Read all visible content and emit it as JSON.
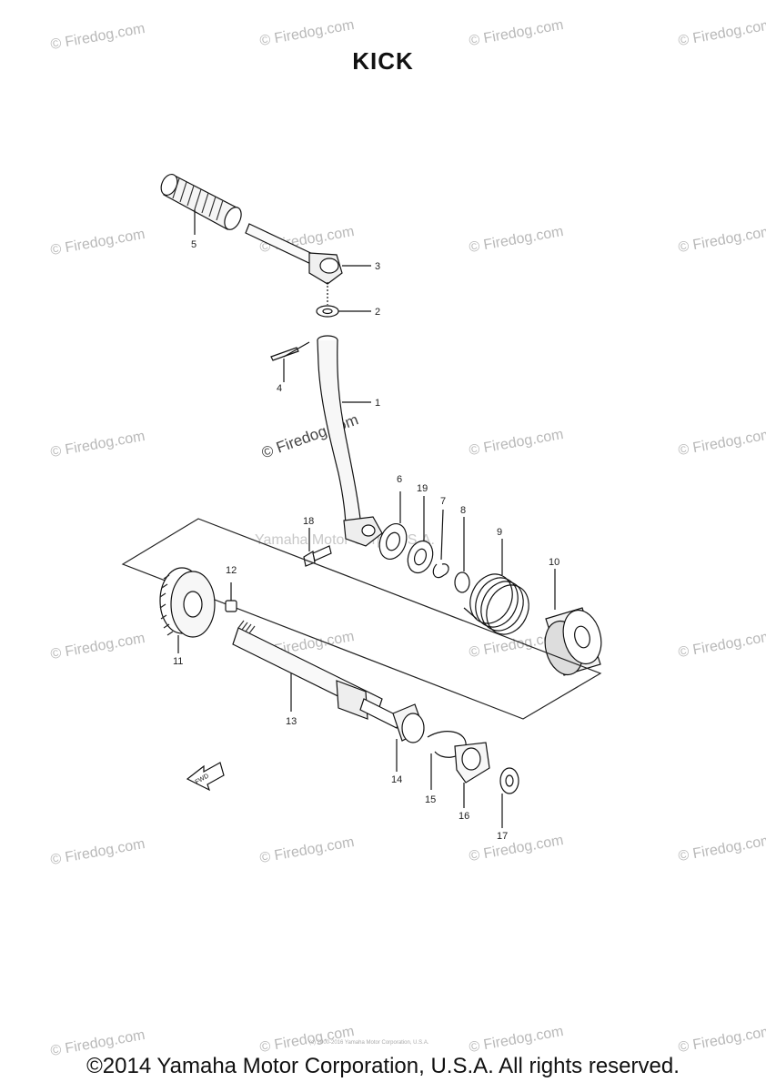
{
  "title": "KICK",
  "footer": "©2014 Yamaha Motor Corporation, U.S.A. All rights reserved.",
  "watermark": "© Firedog.com",
  "watermark_center": "Yamaha Motor Corp. U.S.A.",
  "tiny_credit": "(c) 2000-2016 Yamaha Motor Corporation, U.S.A.",
  "fwd_label": "FWD",
  "parts": [
    {
      "no": "1"
    },
    {
      "no": "2"
    },
    {
      "no": "3"
    },
    {
      "no": "4"
    },
    {
      "no": "5"
    },
    {
      "no": "6"
    },
    {
      "no": "7"
    },
    {
      "no": "8"
    },
    {
      "no": "9"
    },
    {
      "no": "10"
    },
    {
      "no": "11"
    },
    {
      "no": "12"
    },
    {
      "no": "13"
    },
    {
      "no": "14"
    },
    {
      "no": "15"
    },
    {
      "no": "16"
    },
    {
      "no": "17"
    },
    {
      "no": "18"
    },
    {
      "no": "19"
    }
  ]
}
